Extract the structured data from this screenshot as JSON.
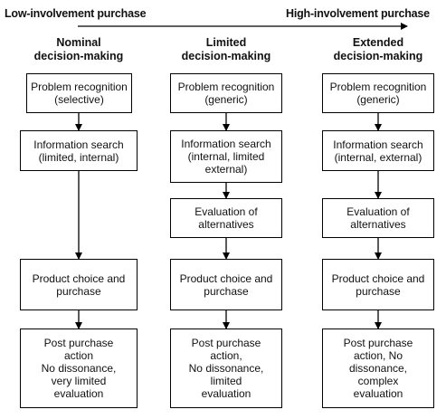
{
  "continuum": {
    "low_label": "Low-involvement purchase",
    "high_label": "High-involvement purchase"
  },
  "columns": [
    {
      "heading": "Nominal\ndecision-making",
      "steps": {
        "problem_recognition": "Problem recognition\n(selective)",
        "information_search": "Information search\n(limited, internal)",
        "product_choice": "Product choice and\npurchase",
        "post_purchase": "Post purchase\naction\nNo dissonance,\nvery limited\nevaluation"
      }
    },
    {
      "heading": "Limited\ndecision-making",
      "steps": {
        "problem_recognition": "Problem recognition\n(generic)",
        "information_search": "Information search\n(internal, limited\nexternal)",
        "evaluation": "Evaluation of\nalternatives",
        "product_choice": "Product choice and\npurchase",
        "post_purchase": "Post purchase\naction,\nNo dissonance,\nlimited\nevaluation"
      }
    },
    {
      "heading": "Extended\ndecision-making",
      "steps": {
        "problem_recognition": "Problem recognition\n(generic)",
        "information_search": "Information search\n(internal, external)",
        "evaluation": "Evaluation of\nalternatives",
        "product_choice": "Product choice and\npurchase",
        "post_purchase": "Post purchase\naction, No\ndissonance,\ncomplex\nevaluation"
      }
    }
  ]
}
